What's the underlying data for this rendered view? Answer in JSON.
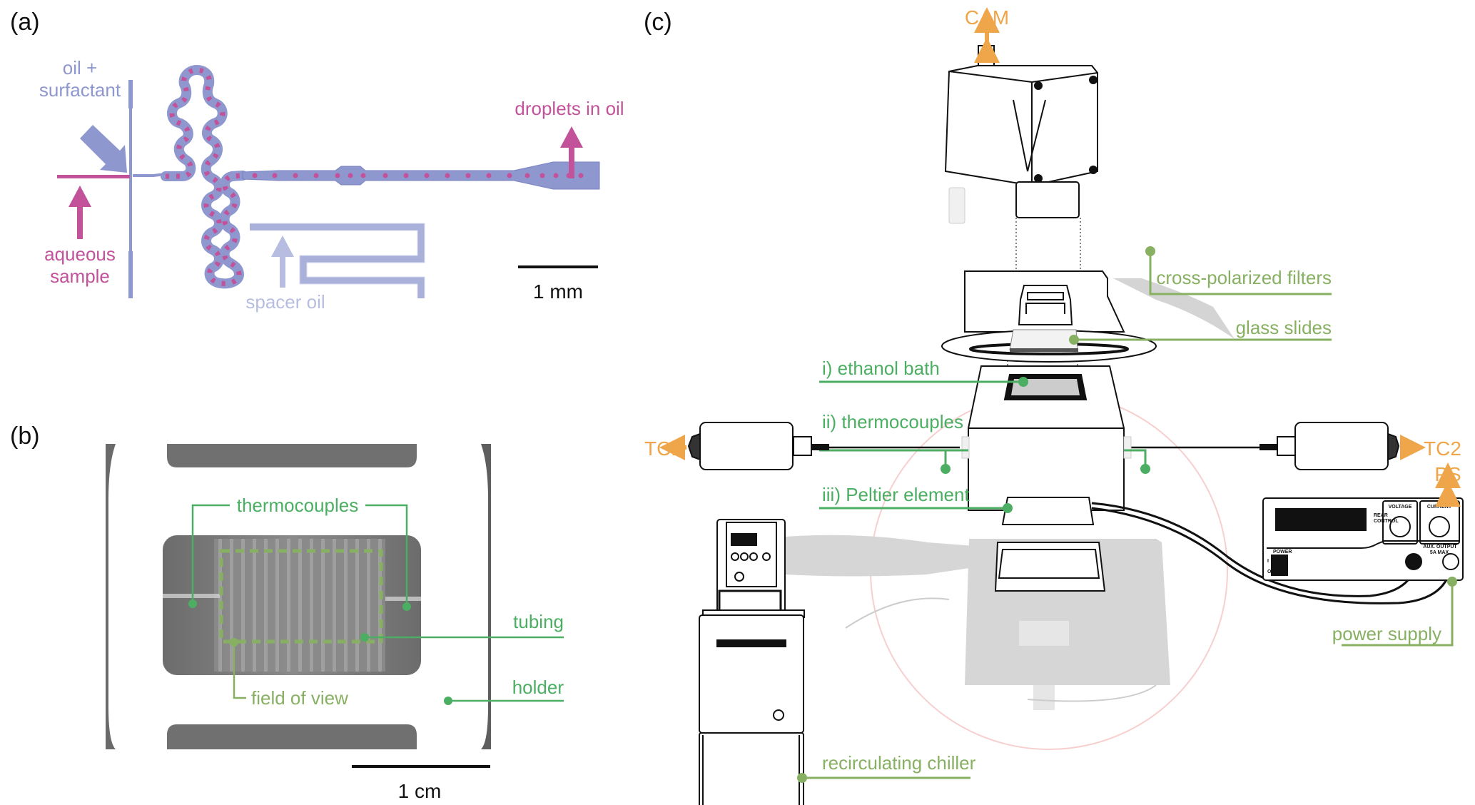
{
  "figure": {
    "panels": {
      "a": {
        "label": "(a)",
        "labels": {
          "oil_surfactant_line1": "oil +",
          "oil_surfactant_line2": "surfactant",
          "aqueous_line1": "aqueous",
          "aqueous_line2": "sample",
          "droplets": "droplets in oil",
          "spacer_oil": "spacer oil",
          "scale_bar": "1 mm"
        }
      },
      "b": {
        "label": "(b)",
        "labels": {
          "thermocouples": "thermocouples",
          "tubing": "tubing",
          "field_of_view": "field of view",
          "holder": "holder",
          "scale_bar": "1 cm"
        }
      },
      "c": {
        "label": "(c)",
        "labels": {
          "cam": "CAM",
          "cross_polarized": "cross-polarized filters",
          "glass_slides": "glass slides",
          "ethanol_bath": "i) ethanol bath",
          "thermocouples": "ii) thermocouples",
          "peltier": "iii) Peltier element",
          "tc1": "TC1",
          "tc2": "TC2",
          "ps": "PS",
          "power_supply": "power supply",
          "chiller": "recirculating chiller"
        },
        "power_supply_panel": {
          "voltage": "VOLTAGE",
          "current": "CURRENT",
          "rear_control_1": "REAR",
          "rear_control_2": "CONTROL",
          "power": "POWER",
          "switch_on": "I",
          "switch_off": "O",
          "aux_1": "AUX. OUTPUT",
          "aux_2": "5A MAX."
        }
      }
    },
    "colors": {
      "pink": "#c2529a",
      "channel_blue": "#8f97cf",
      "light_blue": "#b7bde0",
      "green_bright": "#4cae62",
      "green_olive": "#88b062",
      "orange": "#efa64a",
      "pink_circle": "#f7cfcf"
    }
  }
}
